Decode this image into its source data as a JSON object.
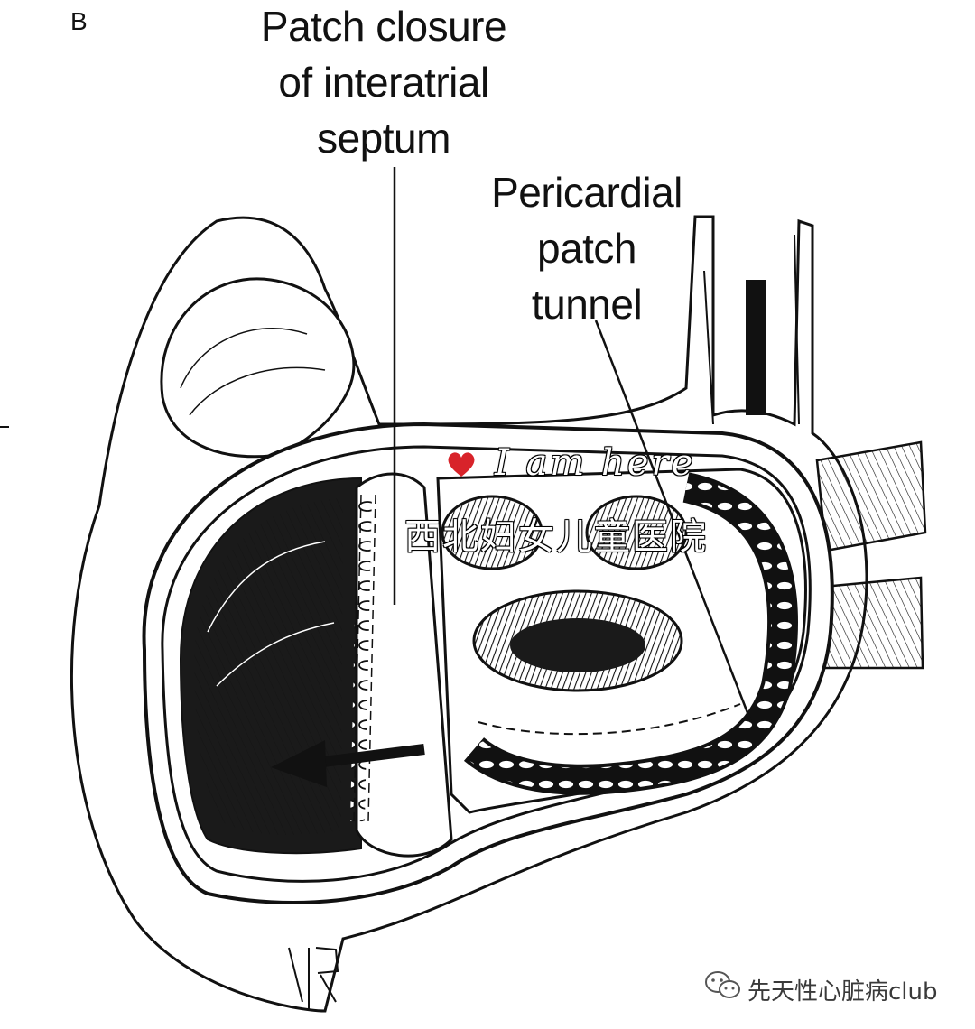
{
  "panel_letter": "B",
  "labels": {
    "septum_line1": "Patch closure",
    "septum_line2": "of interatrial",
    "septum_line3": "septum",
    "tunnel_line1": "Pericardial",
    "tunnel_line2": "patch",
    "tunnel_line3": "tunnel"
  },
  "overlay": {
    "handwritten": "I am here",
    "hospital": "西北妇女儿童医院"
  },
  "watermark": {
    "text": "先天性心脏病club",
    "icon": "wechat-icon"
  },
  "colors": {
    "ink": "#111111",
    "heart": "#d8232a",
    "chamber_shade": "#2a2a2a"
  }
}
